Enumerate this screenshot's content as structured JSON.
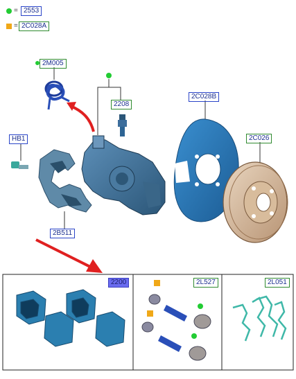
{
  "legend": [
    {
      "symbol": "green-dot",
      "color": "#22cc33",
      "eq": "=",
      "code": "2553"
    },
    {
      "symbol": "orange-square",
      "color": "#f0a818",
      "eq": "=",
      "code": "2C028A"
    }
  ],
  "labels": {
    "spring": "2M005",
    "bleeder": "2208",
    "splash_shield": "2C028B",
    "disc": "2C026",
    "bolt": "HB1",
    "bracket": "2B511"
  },
  "kits": {
    "pads": "2200",
    "guide_pins": "2L527",
    "clips": "2L051"
  },
  "colors": {
    "part_blue": "#2d74a8",
    "label_blue": "#2a44c8",
    "label_green": "#2f8a2f",
    "arrow_red": "#e02020",
    "kit_fill": "#6a6cf0"
  }
}
